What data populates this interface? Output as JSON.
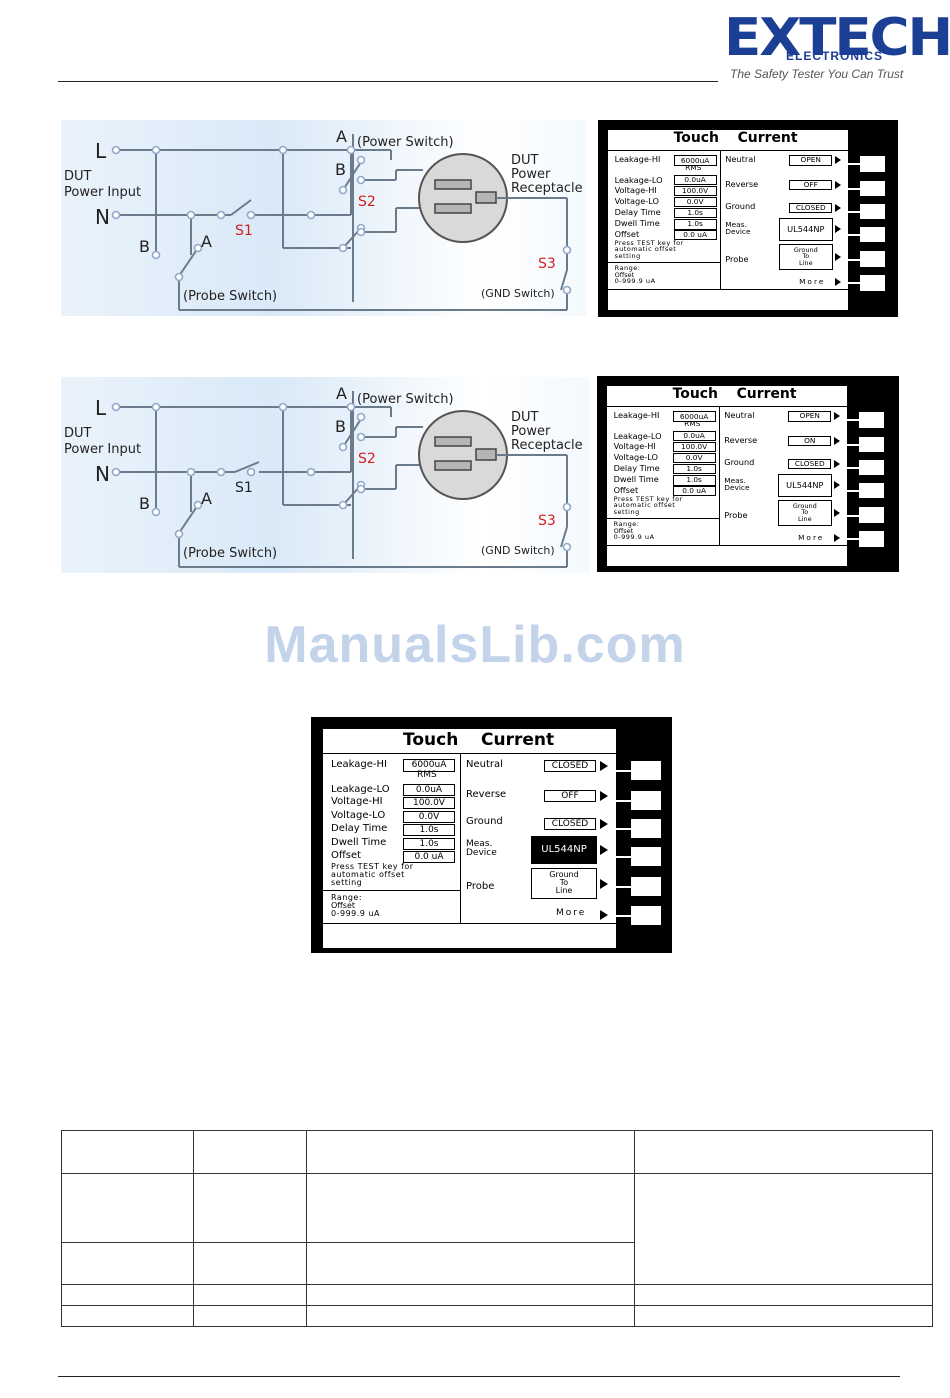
{
  "brand": {
    "name": "EXTECH",
    "subtitle": "ELECTRONICS",
    "tagline": "The Safety Tester You Can Trust"
  },
  "watermark": "ManualsLib.com",
  "diagram1": {
    "L": "L",
    "N": "N",
    "dut_input": [
      "DUT",
      "Power Input"
    ],
    "A_top": "A",
    "power_switch": "(Power Switch)",
    "B_mid": "B",
    "S2": "S2",
    "dut_receptacle": [
      "DUT",
      "Power",
      "Receptacle"
    ],
    "S1": "S1",
    "B_low": "B",
    "A_low": "A",
    "S3": "S3",
    "probe_switch": "(Probe Switch)",
    "gnd_switch": "(GND  Switch)",
    "colors": {
      "line": "#6a7b8c",
      "node": "#8fa9cc",
      "switch_label": "#d61e1e"
    }
  },
  "diagram2": {
    "L": "L",
    "N": "N",
    "dut_input": [
      "DUT",
      "Power Input"
    ],
    "A_top": "A",
    "power_switch": "(Power Switch)",
    "B_mid": "B",
    "S2": "S2",
    "dut_receptacle": [
      "DUT",
      "Power",
      "Receptacle"
    ],
    "S1": "S1",
    "B_low": "B",
    "A_low": "A",
    "S3": "S3",
    "probe_switch": "(Probe Switch)",
    "gnd_switch": "(GND  Switch)"
  },
  "screen1": {
    "title": [
      "Touch",
      "Current"
    ],
    "leakage_hi_label": "Leakage-HI",
    "leakage_hi_value": "6000uA",
    "rms": "RMS",
    "leakage_lo_label": "Leakage-LO",
    "leakage_lo_value": "0.0uA",
    "voltage_hi_label": "Voltage-HI",
    "voltage_hi_value": "100.0V",
    "voltage_lo_label": "Voltage-LO",
    "voltage_lo_value": "0.0V",
    "delay_label": "Delay Time",
    "delay_value": "1.0s",
    "dwell_label": "Dwell Time",
    "dwell_value": "1.0s",
    "offset_label": "Offset",
    "offset_value": "0.0 uA",
    "press_note": [
      "Press TEST key for",
      "automatic offset",
      "setting"
    ],
    "range": [
      "Range:",
      "Offset",
      "0-999.9 uA"
    ],
    "neutral_label": "Neutral",
    "neutral_value": "OPEN",
    "reverse_label": "Reverse",
    "reverse_value": "OFF",
    "ground_label": "Ground",
    "ground_value": "CLOSED",
    "meas_label": [
      "Meas.",
      "Device"
    ],
    "meas_value": "UL544NP",
    "probe_label": "Probe",
    "probe_value": [
      "Ground",
      "To",
      "Line"
    ],
    "more": "More"
  },
  "screen2": {
    "title": [
      "Touch",
      "Current"
    ],
    "leakage_hi_label": "Leakage-HI",
    "leakage_hi_value": "6000uA",
    "rms": "RMS",
    "leakage_lo_label": "Leakage-LO",
    "leakage_lo_value": "0.0uA",
    "voltage_hi_label": "Voltage-HI",
    "voltage_hi_value": "100.0V",
    "voltage_lo_label": "Voltage-LO",
    "voltage_lo_value": "0.0V",
    "delay_label": "Delay Time",
    "delay_value": "1.0s",
    "dwell_label": "Dwell Time",
    "dwell_value": "1.0s",
    "offset_label": "Offset",
    "offset_value": "0.0 uA",
    "press_note": [
      "Press TEST key for",
      "automatic offset",
      "setting"
    ],
    "range": [
      "Range:",
      "Offset",
      "0-999.9 uA"
    ],
    "neutral_label": "Neutral",
    "neutral_value": "OPEN",
    "reverse_label": "Reverse",
    "reverse_value": "ON",
    "ground_label": "Ground",
    "ground_value": "CLOSED",
    "meas_label": [
      "Meas.",
      "Device"
    ],
    "meas_value": "UL544NP",
    "probe_label": "Probe",
    "probe_value": [
      "Ground",
      "To",
      "Line"
    ],
    "more": "More"
  },
  "screen3": {
    "title": [
      "Touch",
      "Current"
    ],
    "leakage_hi_label": "Leakage-HI",
    "leakage_hi_value": "6000uA",
    "rms": "RMS",
    "leakage_lo_label": "Leakage-LO",
    "leakage_lo_value": "0.0uA",
    "voltage_hi_label": "Voltage-HI",
    "voltage_hi_value": "100.0V",
    "voltage_lo_label": "Voltage-LO",
    "voltage_lo_value": "0.0V",
    "delay_label": "Delay Time",
    "delay_value": "1.0s",
    "dwell_label": "Dwell Time",
    "dwell_value": "1.0s",
    "offset_label": "Offset",
    "offset_value": "0.0 uA",
    "press_note": [
      "Press TEST key for",
      "automatic offset",
      "setting"
    ],
    "range": [
      "Range:",
      "Offset",
      "0-999.9 uA"
    ],
    "neutral_label": "Neutral",
    "neutral_value": "CLOSED",
    "reverse_label": "Reverse",
    "reverse_value": "OFF",
    "ground_label": "Ground",
    "ground_value": "CLOSED",
    "meas_label": [
      "Meas.",
      "Device"
    ],
    "meas_value": "UL544NP",
    "probe_label": "Probe",
    "probe_value": [
      "Ground",
      "To",
      "Line"
    ],
    "more": "More"
  }
}
